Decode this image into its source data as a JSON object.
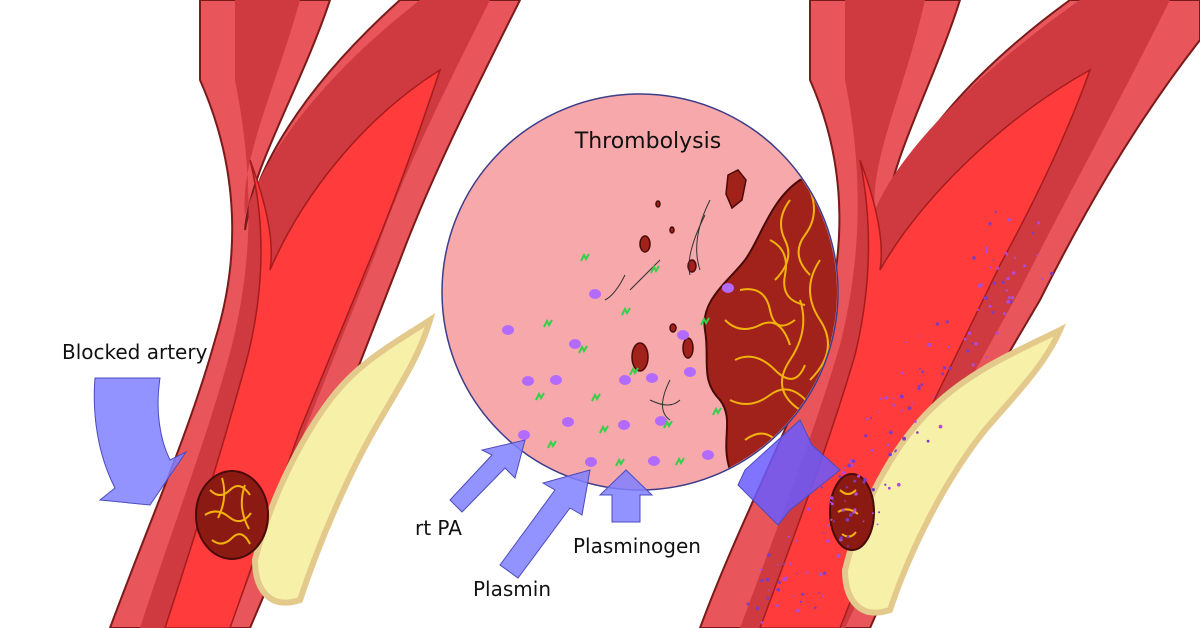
{
  "labels": {
    "title": "Thrombolysis",
    "blocked_artery": "Blocked artery",
    "rt_pa": "rt PA",
    "plasmin": "Plasmin",
    "plasminogen": "Plasminogen"
  },
  "colors": {
    "vessel_wall": "#e8555a",
    "vessel_wall_dark": "#b3262d",
    "lumen": "#ff3b3b",
    "plaque": "#f7f0a8",
    "plaque_edge": "#e3c98c",
    "clot": "#8b1a12",
    "clot_fiber": "#f2b10c",
    "circle_fill": "#f7a3a6",
    "circle_stroke": "#3c3c8a",
    "arrow": "#8080ff",
    "molecule_purple": "#b36bff",
    "molecule_green": "#35d04a"
  }
}
